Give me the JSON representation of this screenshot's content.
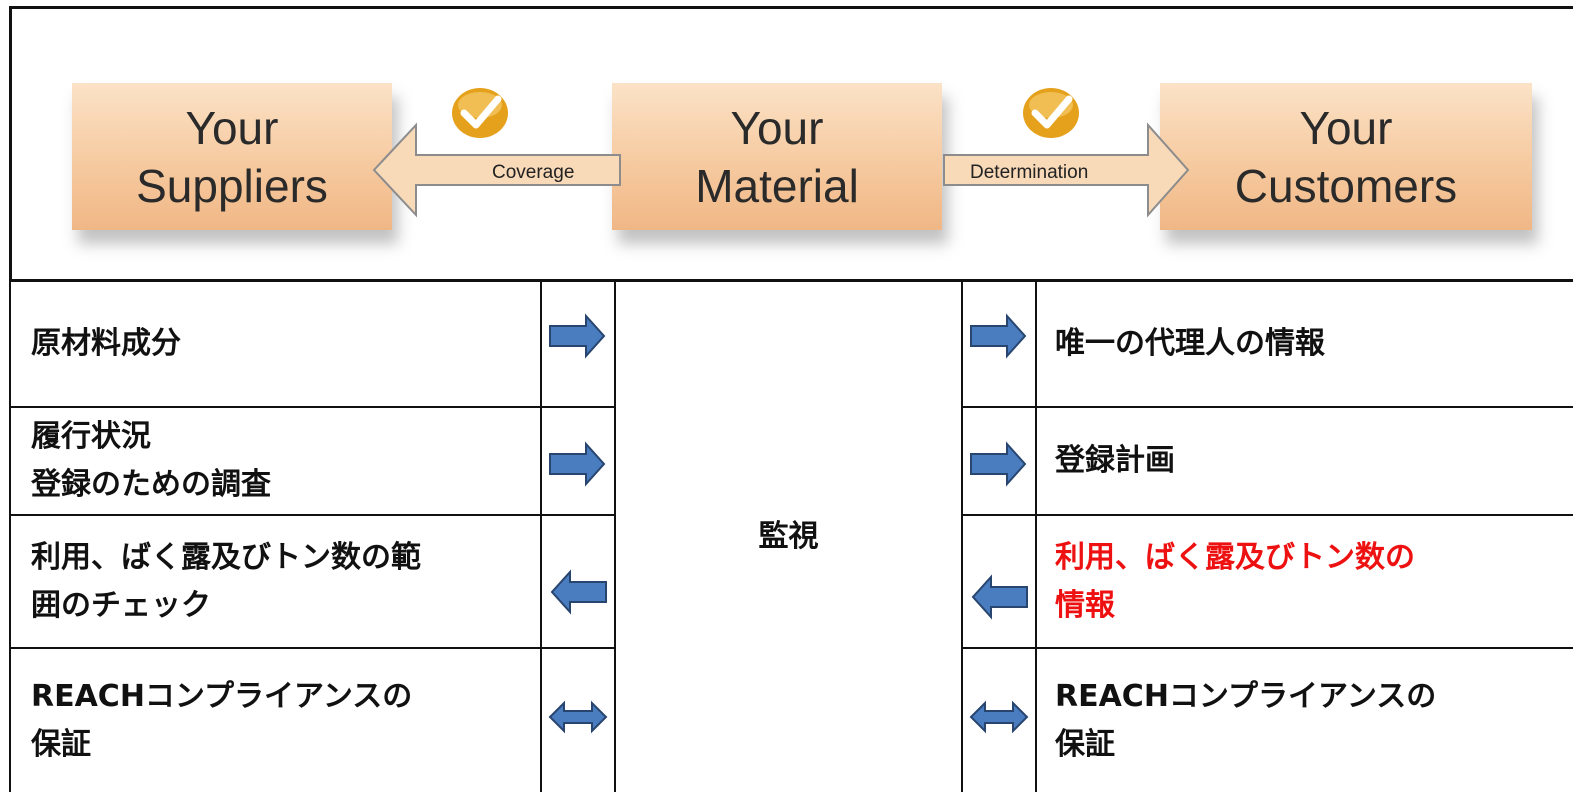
{
  "banner": {
    "suppliers": {
      "line1": "Your",
      "line2": "Suppliers"
    },
    "material": {
      "line1": "Your",
      "line2": "Material"
    },
    "customers": {
      "line1": "Your",
      "line2": "Customers"
    },
    "left_connector_label": "Coverage",
    "right_connector_label": "Determination",
    "check_color": "#e6a11c",
    "box_color": "#f6caa0",
    "arrow_fill": "#f8d9b8"
  },
  "table": {
    "center_label": "監視",
    "arrow_color": "#4a7cc0",
    "highlight_color": "#ee1111",
    "left_rows": [
      {
        "lines": [
          "原材料成分"
        ],
        "arrow": "right"
      },
      {
        "lines": [
          "履行状況",
          "登録のための調査"
        ],
        "arrow": "right"
      },
      {
        "lines": [
          "利用、ばく露及びトン数の範",
          "囲のチェック"
        ],
        "arrow": "left"
      },
      {
        "lines": [
          "REACHコンプライアンスの",
          "保証"
        ],
        "arrow": "both"
      }
    ],
    "right_rows": [
      {
        "lines": [
          "唯一の代理人の情報"
        ],
        "arrow": "right"
      },
      {
        "lines": [
          "登録計画"
        ],
        "arrow": "right"
      },
      {
        "lines": [
          "利用、ばく露及びトン数の",
          "情報"
        ],
        "arrow": "left",
        "highlight": true
      },
      {
        "lines": [
          "REACHコンプライアンスの",
          "保証"
        ],
        "arrow": "both"
      }
    ]
  }
}
